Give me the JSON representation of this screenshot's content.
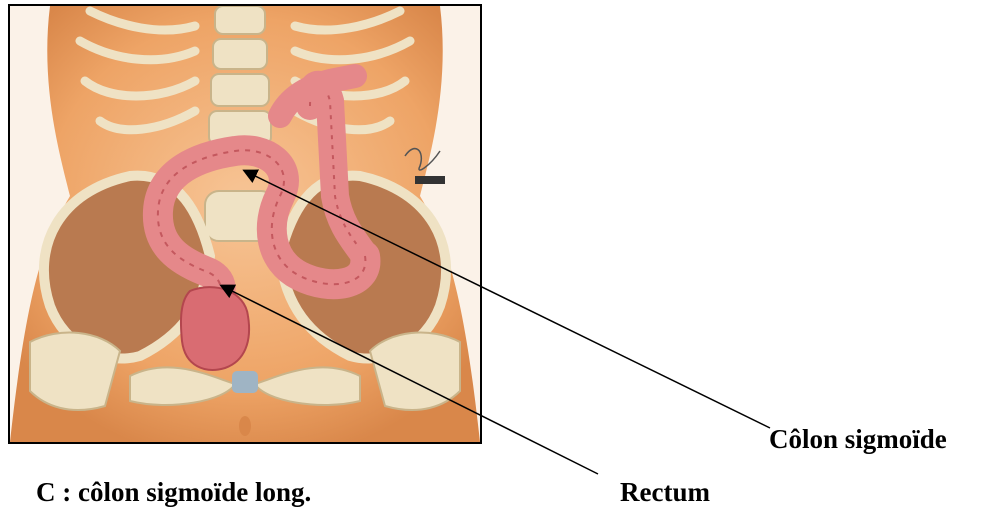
{
  "figure": {
    "labels": {
      "colon": "Côlon   sigmoïde",
      "rectum": "Rectum"
    },
    "caption": "C : côlon sigmoïde long.",
    "colors": {
      "skin": "#f2b27a",
      "skin_dark": "#d9874a",
      "bone": "#efe2c4",
      "bone_shadow": "#c9b48a",
      "colon": "#e5888a",
      "colon_dark": "#c4585e",
      "rectum": "#d96c72",
      "pelvis_inner": "#b97a50"
    }
  }
}
